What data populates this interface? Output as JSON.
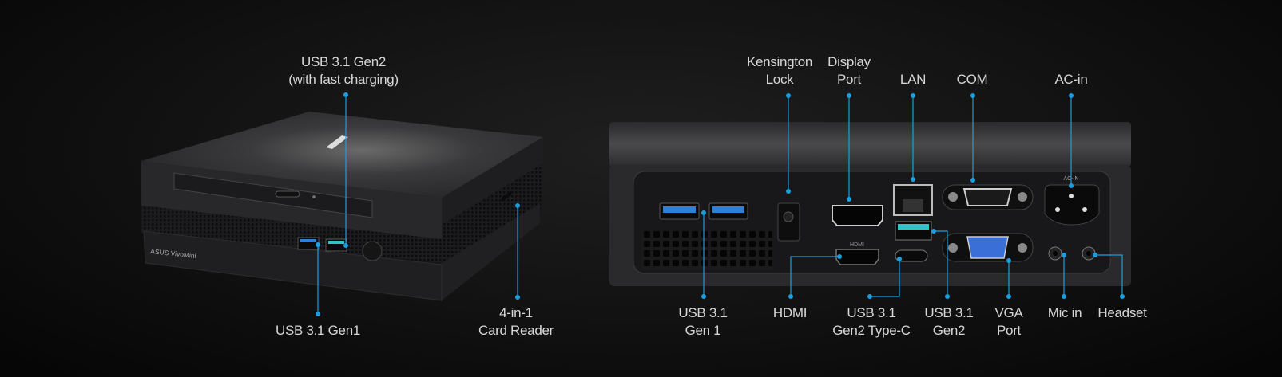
{
  "colors": {
    "accent": "#1a9ee0",
    "label_text": "#d6d6d6",
    "background": "#111111",
    "usb_blue": "#2f7fd6",
    "usb_teal": "#2bc4c8",
    "vga_blue": "#3a6fd8"
  },
  "front_view": {
    "branding": "ASUS VivoMini",
    "labels": {
      "usb_gen2": [
        "USB 3.1 Gen2",
        "(with fast charging)"
      ],
      "usb_gen1": [
        "USB 3.1 Gen1"
      ],
      "card_reader": [
        "4-in-1",
        "Card Reader"
      ]
    }
  },
  "rear_view": {
    "port_markings": {
      "hdmi": "HDMI",
      "ac_in": "AC-IN"
    },
    "labels": {
      "kensington": [
        "Kensington",
        "Lock"
      ],
      "displayport": [
        "Display",
        "Port"
      ],
      "lan": [
        "LAN"
      ],
      "com": [
        "COM"
      ],
      "ac_in": [
        "AC-in"
      ],
      "usb_gen1": [
        "USB 3.1",
        "Gen 1"
      ],
      "hdmi": [
        "HDMI"
      ],
      "usb_typec": [
        "USB 3.1",
        "Gen2 Type-C"
      ],
      "usb_gen2": [
        "USB 3.1",
        "Gen2"
      ],
      "vga": [
        "VGA",
        "Port"
      ],
      "mic_in": [
        "Mic in"
      ],
      "headset": [
        "Headset"
      ]
    }
  }
}
